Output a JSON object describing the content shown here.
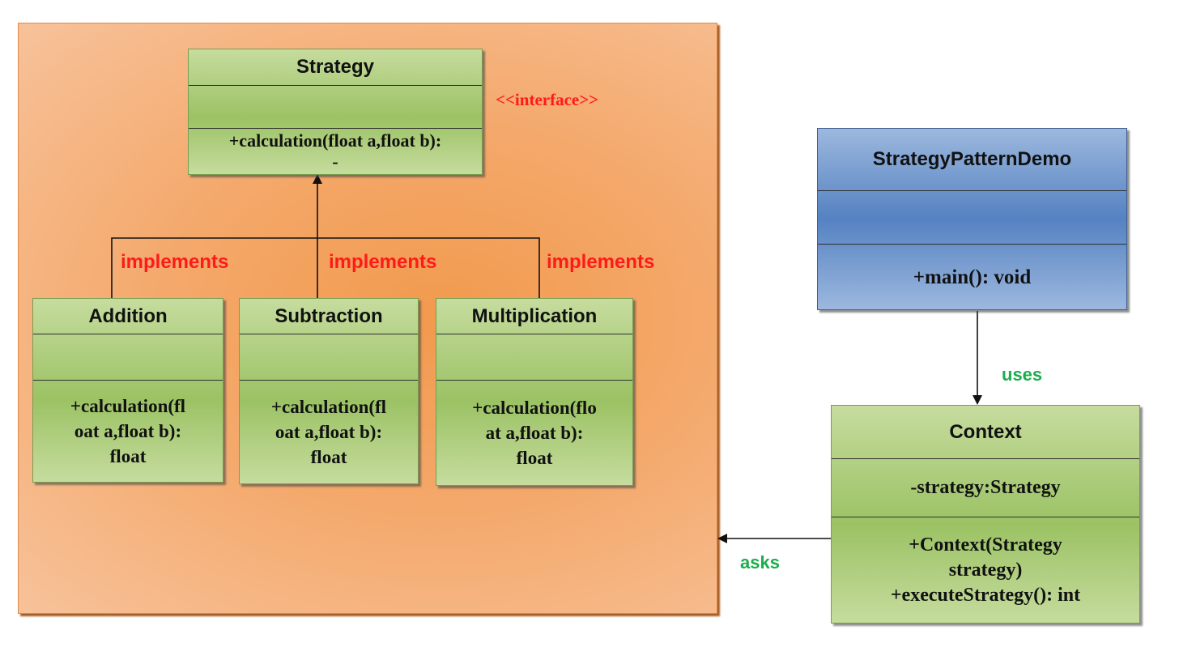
{
  "colors": {
    "package_fill": "#f4a86a",
    "class_green": "#9bc264",
    "class_blue": "#5582c2",
    "relation_label_red": "#ff1a1a",
    "relation_label_green": "#1aad4c"
  },
  "strategy": {
    "name": "Strategy",
    "stereotype": "<<interface>>",
    "operations": "+calculation(float a,float b):\n-"
  },
  "implementations": [
    {
      "name": "Addition",
      "operations": "+calculation(fl\noat a,float b):\nfloat",
      "relation": "implements"
    },
    {
      "name": "Subtraction",
      "operations": "+calculation(fl\noat a,float b):\nfloat",
      "relation": "implements"
    },
    {
      "name": "Multiplication",
      "operations": "+calculation(flo\nat a,float b):\nfloat",
      "relation": "implements"
    }
  ],
  "demo": {
    "name": "StrategyPatternDemo",
    "operations": "+main(): void"
  },
  "context": {
    "name": "Context",
    "attributes": "-strategy:Strategy",
    "operations": "+Context(Strategy\nstrategy)\n+executeStrategy(): int"
  },
  "relations": {
    "uses": "uses",
    "asks": "asks"
  }
}
